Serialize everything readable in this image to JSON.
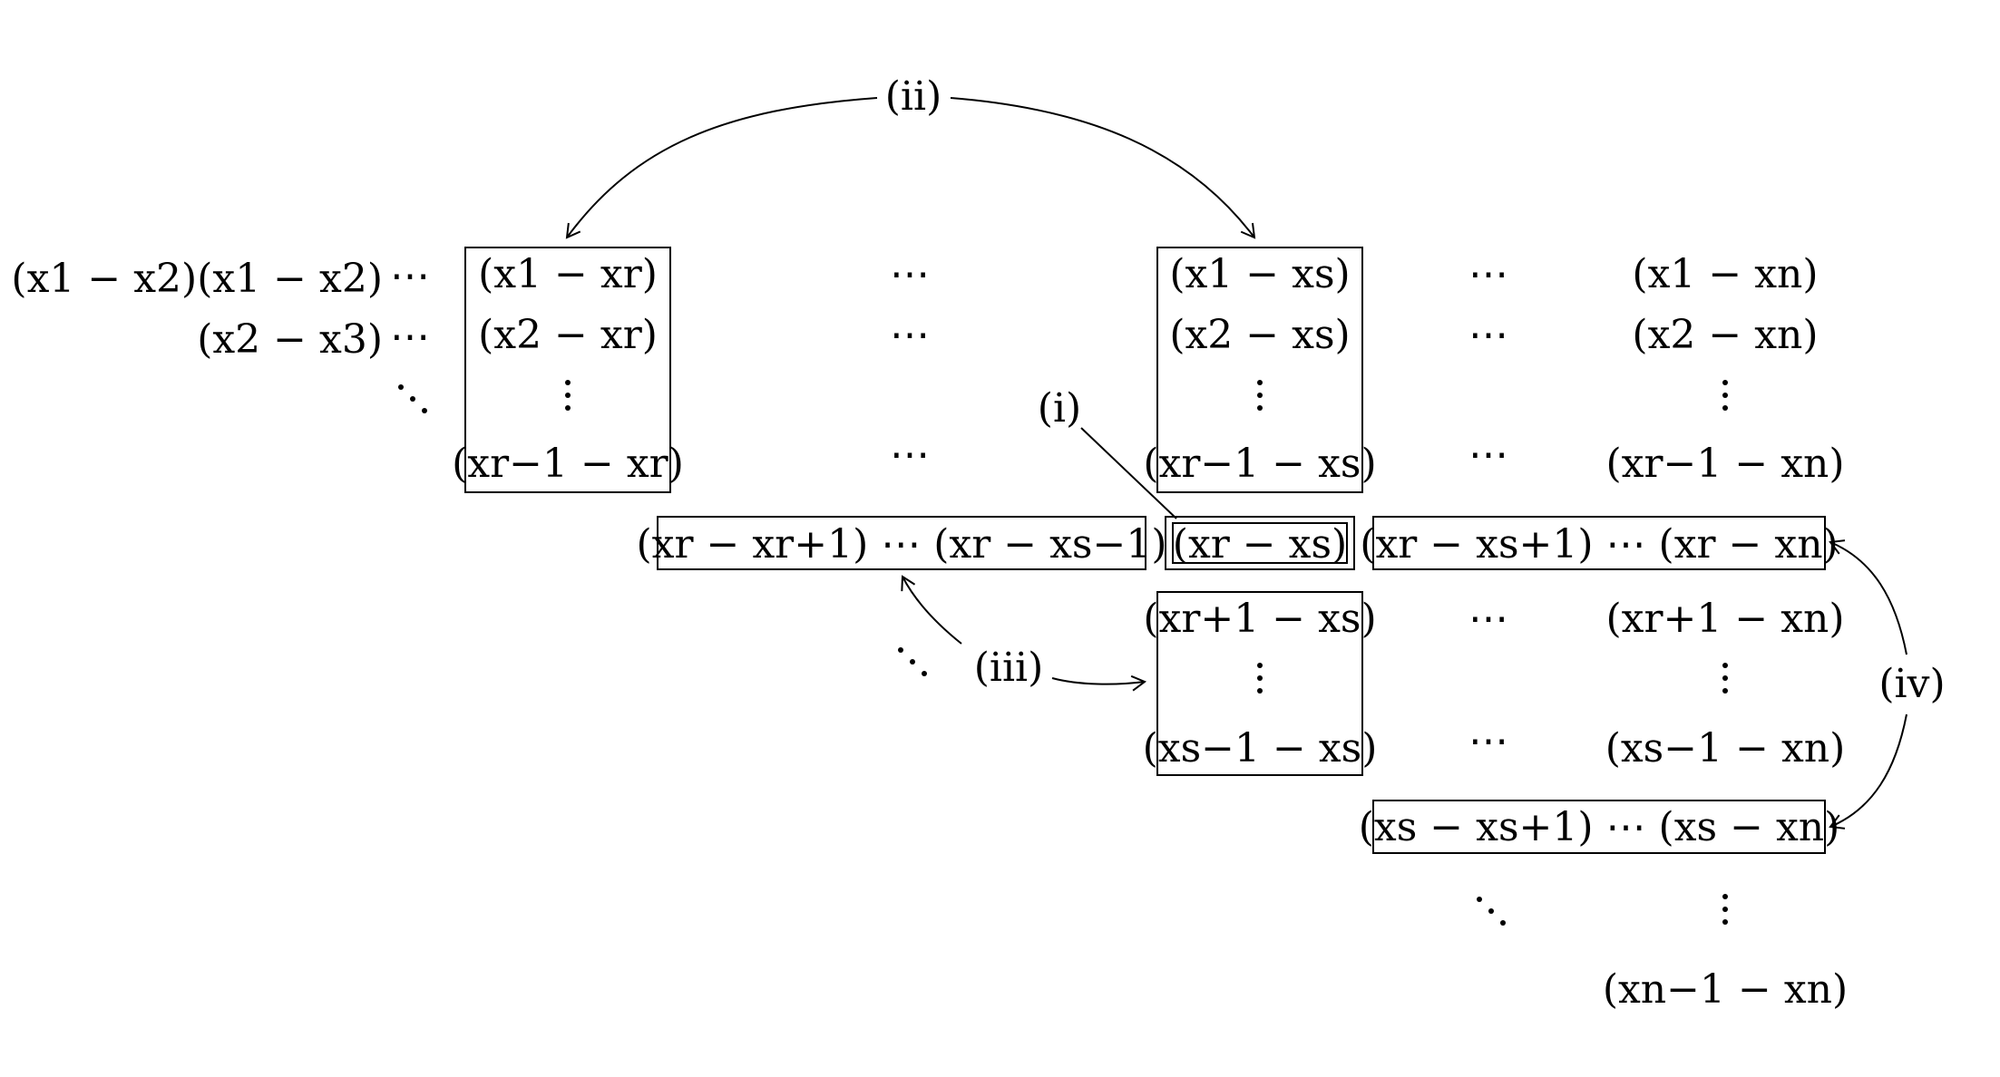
{
  "labels": {
    "i": "(i)",
    "ii": "(ii)",
    "iii": "(iii)",
    "iv": "(iv)"
  },
  "row1": {
    "a": "(x1 − x2)(x1 − x2)",
    "b": "(x1 − xr)",
    "c": "(x1 − xs)",
    "d": "(x1 − xn)"
  },
  "row2": {
    "a": "(x2 − x3)",
    "b": "(x2 − xr)",
    "c": "(x2 − xs)",
    "d": "(x2 − xn)"
  },
  "row4": {
    "b": "(xr−1 − xr)",
    "c": "(xr−1 − xs)",
    "d": "(xr−1 − xn)"
  },
  "row5": {
    "left": "(xr − xr+1)  ⋯  (xr − xs−1)",
    "center": "(xr − xs)",
    "right": "(xr − xs+1)  ⋯  (xr − xn)"
  },
  "row6": {
    "c": "(xr+1 − xs)",
    "d": "(xr+1 − xn)"
  },
  "row8": {
    "c": "(xs−1 − xs)",
    "d": "(xs−1 − xn)"
  },
  "row9": {
    "right": "(xs − xs+1)  ⋯  (xs − xn)"
  },
  "row11": {
    "d": "(xn−1 − xn)"
  }
}
